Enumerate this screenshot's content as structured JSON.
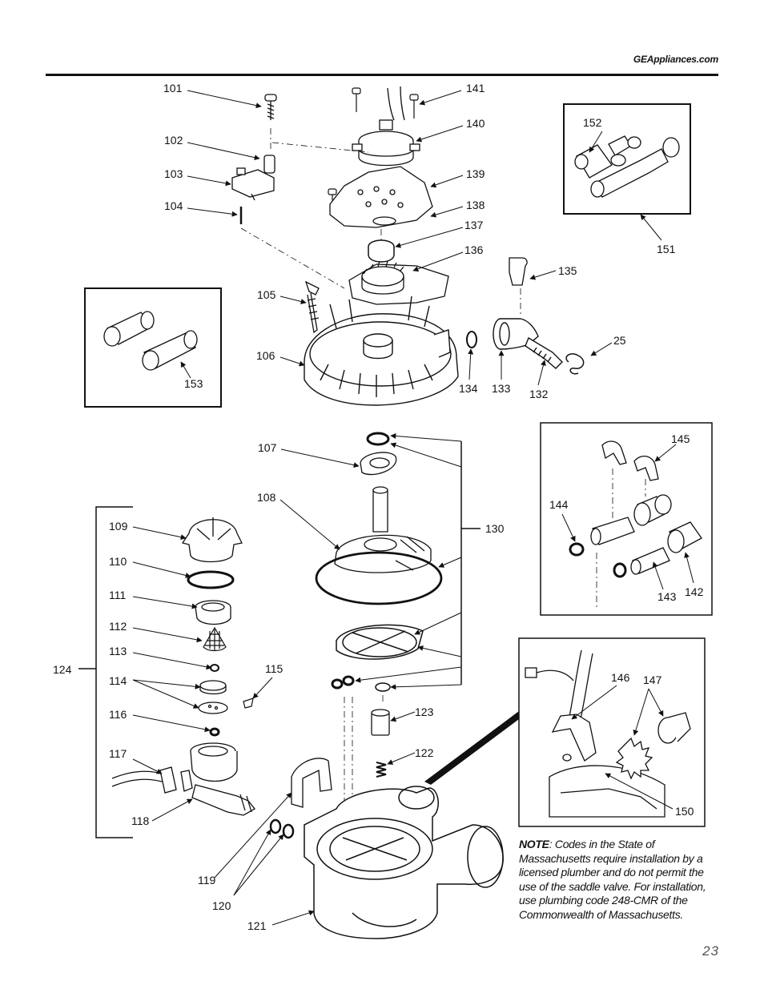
{
  "header": {
    "website": "GEAppliances.com"
  },
  "page_number": "23",
  "note": {
    "label": "NOTE",
    "text": ": Codes in the State of Massachusetts require installation by a licensed plumber and do not permit the use of the saddle valve. For installation, use plumbing code 248-CMR of the Commonwealth of Massachusetts."
  },
  "callouts": {
    "c101": "101",
    "c102": "102",
    "c103": "103",
    "c104": "104",
    "c105": "105",
    "c106": "106",
    "c107": "107",
    "c108": "108",
    "c109": "109",
    "c110": "110",
    "c111": "111",
    "c112": "112",
    "c113": "113",
    "c114": "114",
    "c115": "115",
    "c116": "116",
    "c117": "117",
    "c118": "118",
    "c119": "119",
    "c120": "120",
    "c121": "121",
    "c122": "122",
    "c123": "123",
    "c124": "124",
    "c130": "130",
    "c132": "132",
    "c133": "133",
    "c134": "134",
    "c135": "135",
    "c136": "136",
    "c137": "137",
    "c138": "138",
    "c139": "139",
    "c140": "140",
    "c141": "141",
    "c142": "142",
    "c143": "143",
    "c144": "144",
    "c145": "145",
    "c146": "146",
    "c147": "147",
    "c150": "150",
    "c151": "151",
    "c152": "152",
    "c153": "153",
    "c25": "25"
  }
}
